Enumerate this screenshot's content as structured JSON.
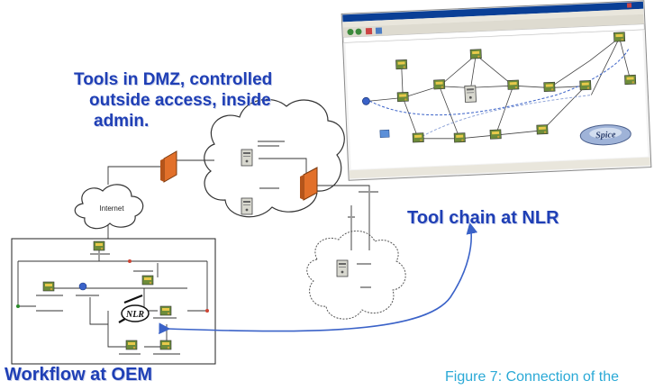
{
  "texts": {
    "dmz_line1": "Tools in DMZ, controlled",
    "dmz_line2": "outside access, inside",
    "dmz_line3": "admin.",
    "nlr_chain": "Tool chain at NLR",
    "oem_workflow": "Workflow at OEM",
    "caption": "Figure 7: Connection of the",
    "internet": "Internet",
    "nlr_logo": "NLR",
    "spice_logo": "Spice"
  },
  "colors": {
    "heading": "#1f3fb5",
    "caption": "#2aa9d6",
    "firewall": "#e2702a",
    "connector": "#3a62c8",
    "window_title": "#0a3f96"
  }
}
